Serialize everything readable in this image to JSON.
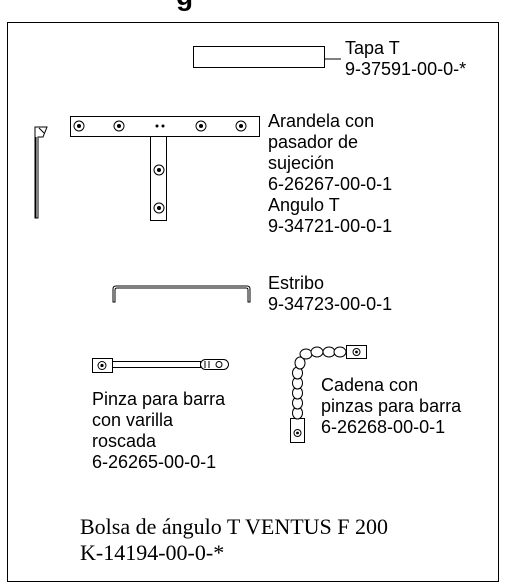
{
  "header": {
    "text": "g"
  },
  "parts": [
    {
      "name": "Tapa T",
      "code": "9-37591-00-0-*"
    },
    {
      "name": "Arandela con\npasador de\nsujeción",
      "code": "6-26267-00-0-1"
    },
    {
      "name": "Angulo T",
      "code": "9-34721-00-0-1"
    },
    {
      "name": "Estribo",
      "code": "9-34723-00-0-1"
    },
    {
      "name": "Pinza para barra\ncon varilla\nroscada",
      "code": "6-26265-00-0-1"
    },
    {
      "name": "Cadena con\npinzas para barra",
      "code": "6-26268-00-0-1"
    }
  ],
  "footer": {
    "line1": "Bolsa de ángulo T VENTUS F 200",
    "line2": "K-14194-00-0-*"
  }
}
